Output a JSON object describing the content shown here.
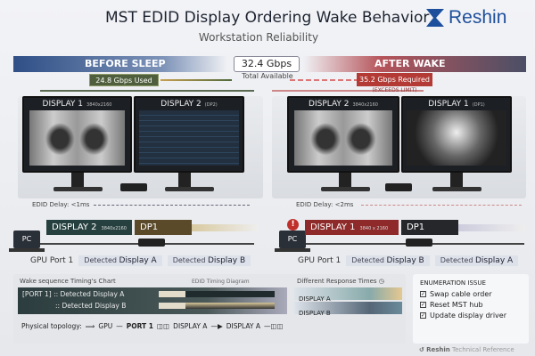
{
  "header": {
    "title": "MST EDID Display Ordering Wake Behavior",
    "brand": "Reshin",
    "subtitle": "Workstation Reliability"
  },
  "bandwidth": {
    "before_label": "BEFORE SLEEP",
    "after_label": "AFTER WAKE",
    "total": "32.4 Gbps",
    "total_label": "Total Available",
    "used": "24.8 Gbps Used",
    "required": "35.2 Gbps Required",
    "exceeds": "(EXCEEDS LIMIT)"
  },
  "before": {
    "monitors": [
      {
        "label": "DISPLAY 1",
        "res": "3840x2160",
        "content": "xray"
      },
      {
        "label": "DISPLAY 2",
        "res": "(DP2)",
        "content": "dashboard"
      }
    ],
    "edid_delay": "EDID Delay: <1ms",
    "pc": "PC",
    "device_display": "DISPLAY 2",
    "device_res": "3840x2160",
    "device_port": "DP1",
    "gpu_port": "GPU Port 1",
    "detected": [
      "Detected",
      "Display A",
      "Detected",
      "Display B"
    ]
  },
  "after": {
    "monitors": [
      {
        "label": "DISPLAY 2",
        "res": "3840x2160",
        "content": "xray"
      },
      {
        "label": "DISPLAY 1",
        "res": "(DP1)",
        "content": "bone"
      }
    ],
    "edid_delay": "EDID Delay: <2ms",
    "pc": "PC",
    "device_display": "DISPLAY 1",
    "device_res": "3840 x 2160",
    "device_port": "DP1",
    "gpu_port": "GPU Port 1",
    "detected": [
      "Detected",
      "Display B",
      "Detected",
      "Display A"
    ]
  },
  "timing": {
    "title": "Wake sequence Timing's Chart",
    "diagram_label": "EDID Timing Diagram",
    "rows": [
      "[PORT 1] :: Detected Display A",
      ":: Detected Display B"
    ],
    "response_title": "Different Response Times",
    "response_rows": [
      "DISPLAY A",
      "DISPLAY B"
    ],
    "topology_label": "Physical topology:",
    "topology": [
      "GPU",
      "PORT 1",
      "DISPLAY A",
      "DISPLAY A"
    ]
  },
  "enumeration": {
    "title": "ENUMERATION ISSUE",
    "items": [
      "Swap cable order",
      "Reset MST hub",
      "Update display driver"
    ]
  },
  "footer": {
    "brand": "Reshin",
    "text": "Technical Reference"
  },
  "colors": {
    "brand": "#1d4f9c",
    "before": "#2f4f86",
    "after": "#b33a35"
  }
}
